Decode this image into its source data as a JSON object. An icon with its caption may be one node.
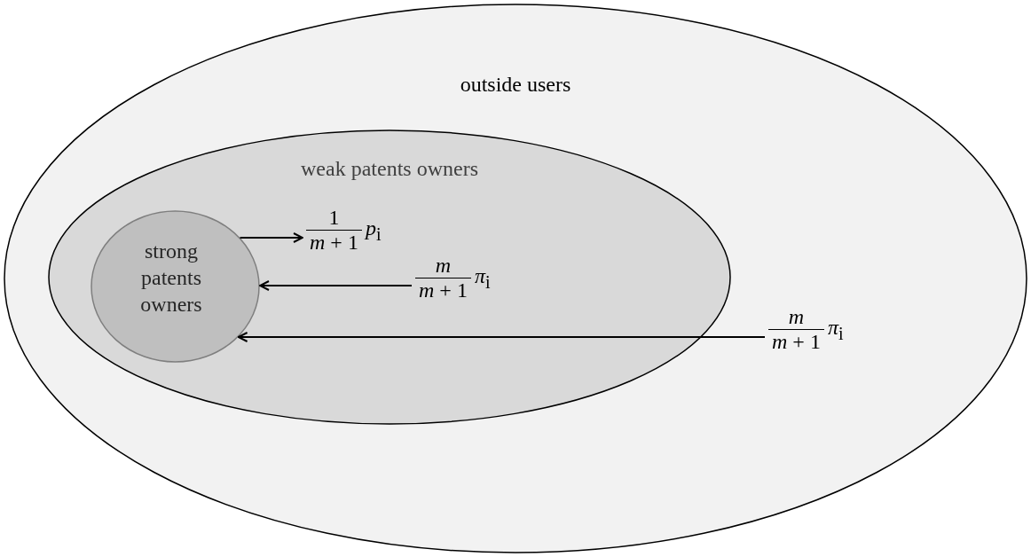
{
  "diagram": {
    "nodes": [
      {
        "text": [
          "outside users"
        ]
      },
      {
        "text": [
          "weak patents owners"
        ],
        "in": 0
      },
      {
        "text": [
          "strong patents owners"
        ],
        "in": 1
      },
      {
        "text": [
          "1",
          "*m* + 1",
          "*p*$_{i}$"
        ],
        "in": 1
      },
      {
        "text": [
          "*m*",
          "*m* + 1",
          "*π*$_{i}$"
        ],
        "in": 1
      },
      {
        "text": [
          "*m*",
          "*m* + 1",
          "*π*$_{i}$"
        ],
        "in": 0
      }
    ],
    "edges": [
      {
        "from": 2,
        "to": 3,
        "arrow": "to"
      },
      {
        "from": 4,
        "to": 2,
        "arrow": "to"
      },
      {
        "from": 5,
        "to": 2,
        "arrow": "to"
      }
    ]
  }
}
